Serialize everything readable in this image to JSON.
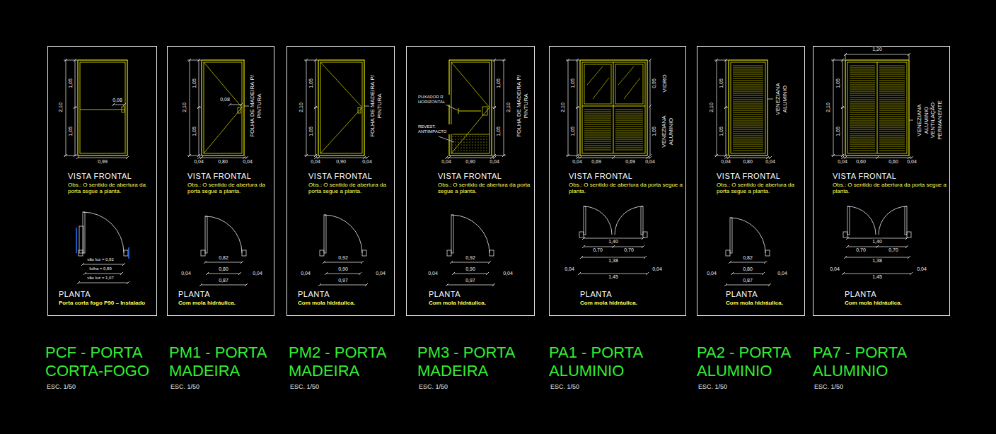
{
  "diagram": {
    "nodes": [
      {
        "text": [
          "VISTA FRONTAL",
          "Obs.: O sentido de abertura da porta segue a planta.",
          "PLANTA",
          "Porta corta fogo P90 – Instalado",
          "PCF - PORTA CORTA-FOGO",
          "ESC. 1/50"
        ]
      },
      {
        "text": [
          "VISTA FRONTAL",
          "Obs.: O sentido de abertura da porta segue a planta.",
          "PLANTA",
          "Com mola hidráulica.",
          "PM1 - PORTA MADEIRA",
          "ESC. 1/50"
        ]
      },
      {
        "text": [
          "VISTA FRONTAL",
          "Obs.: O sentido de abertura da porta segue a planta.",
          "PLANTA",
          "Com mola hidráulica.",
          "PM2 - PORTA MADEIRA",
          "ESC. 1/50"
        ]
      },
      {
        "text": [
          "VISTA FRONTAL",
          "Obs.: O sentido de abertura da porta segue a planta.",
          "PLANTA",
          "Com mola hidráulica.",
          "PM3 - PORTA MADEIRA",
          "ESC. 1/50"
        ]
      },
      {
        "text": [
          "VISTA FRONTAL",
          "Obs.: O sentido de abertura da porta segue a planta.",
          "PLANTA",
          "Com mola hidráulica.",
          "PA1 - PORTA ALUMINIO",
          "ESC. 1/50"
        ]
      },
      {
        "text": [
          "VISTA FRONTAL",
          "Obs.: O sentido de abertura da porta segue a planta.",
          "PLANTA",
          "Com mola hidráulica.",
          "PA2 - PORTA ALUMINIO",
          "ESC. 1/50"
        ]
      },
      {
        "text": [
          "VISTA FRONTAL",
          "Obs.: O sentido de abertura da porta segue a planta.",
          "PLANTA",
          "Com mola hidráulica.",
          "PA7 - PORTA ALUMINIO",
          "ESC. 1/50"
        ]
      }
    ],
    "labels": [
      "2,10",
      "1,05",
      "1,05",
      "0,08",
      "0,99",
      "vão luz = 0,92",
      "folha = 0,89",
      "vão luz = 1,07",
      "2,10",
      "1,05",
      "1,05",
      "0,08",
      "FOLHA DE MADEIRA P/ PINTURA",
      "0,04",
      "0,80",
      "0,04",
      "0,82",
      "0,80",
      "0,87",
      "0,04",
      "0,04",
      "2,10",
      "1,05",
      "1,05",
      "FOLHA DE MADEIRA P/ PINTURA",
      "0,04",
      "0,90",
      "0,04",
      "0,92",
      "0,90",
      "0,97",
      "0,04",
      "0,04",
      "PUXADOR R HORIZONTAL",
      "REVEST. ANTIIMPACTO",
      "1,05",
      "1,05",
      "2,10",
      "FOLHA DE MADEIRA P/ PINTURA",
      "0,04",
      "0,90",
      "0,04",
      "0,92",
      "0,90",
      "0,97",
      "0,04",
      "0,04",
      "2,10",
      "1,05",
      "1,05",
      "0,95",
      "1,05",
      "VIDRO",
      "VENEZIANA ALUMINIO",
      "0,04",
      "0,69",
      "0,69",
      "0,04",
      "1,40",
      "0,70",
      "0,70",
      "1,38",
      "1,45",
      "0,04",
      "0,04",
      "2,10",
      "1,05",
      "1,05",
      "VENEZIANA ALUMINIO",
      "0,04",
      "0,80",
      "0,04",
      "0,82",
      "0,80",
      "0,87",
      "0,04",
      "0,04",
      "1,20",
      "2,10",
      "1,05",
      "1,05",
      "VENEZIANA ALUMINIO VENTILAÇÃO PERMANENTE",
      "0,04",
      "0,60",
      "0,60",
      "0,04",
      "1,40",
      "0,70",
      "0,70",
      "1,38",
      "1,45",
      "0,04",
      "0,04"
    ]
  }
}
